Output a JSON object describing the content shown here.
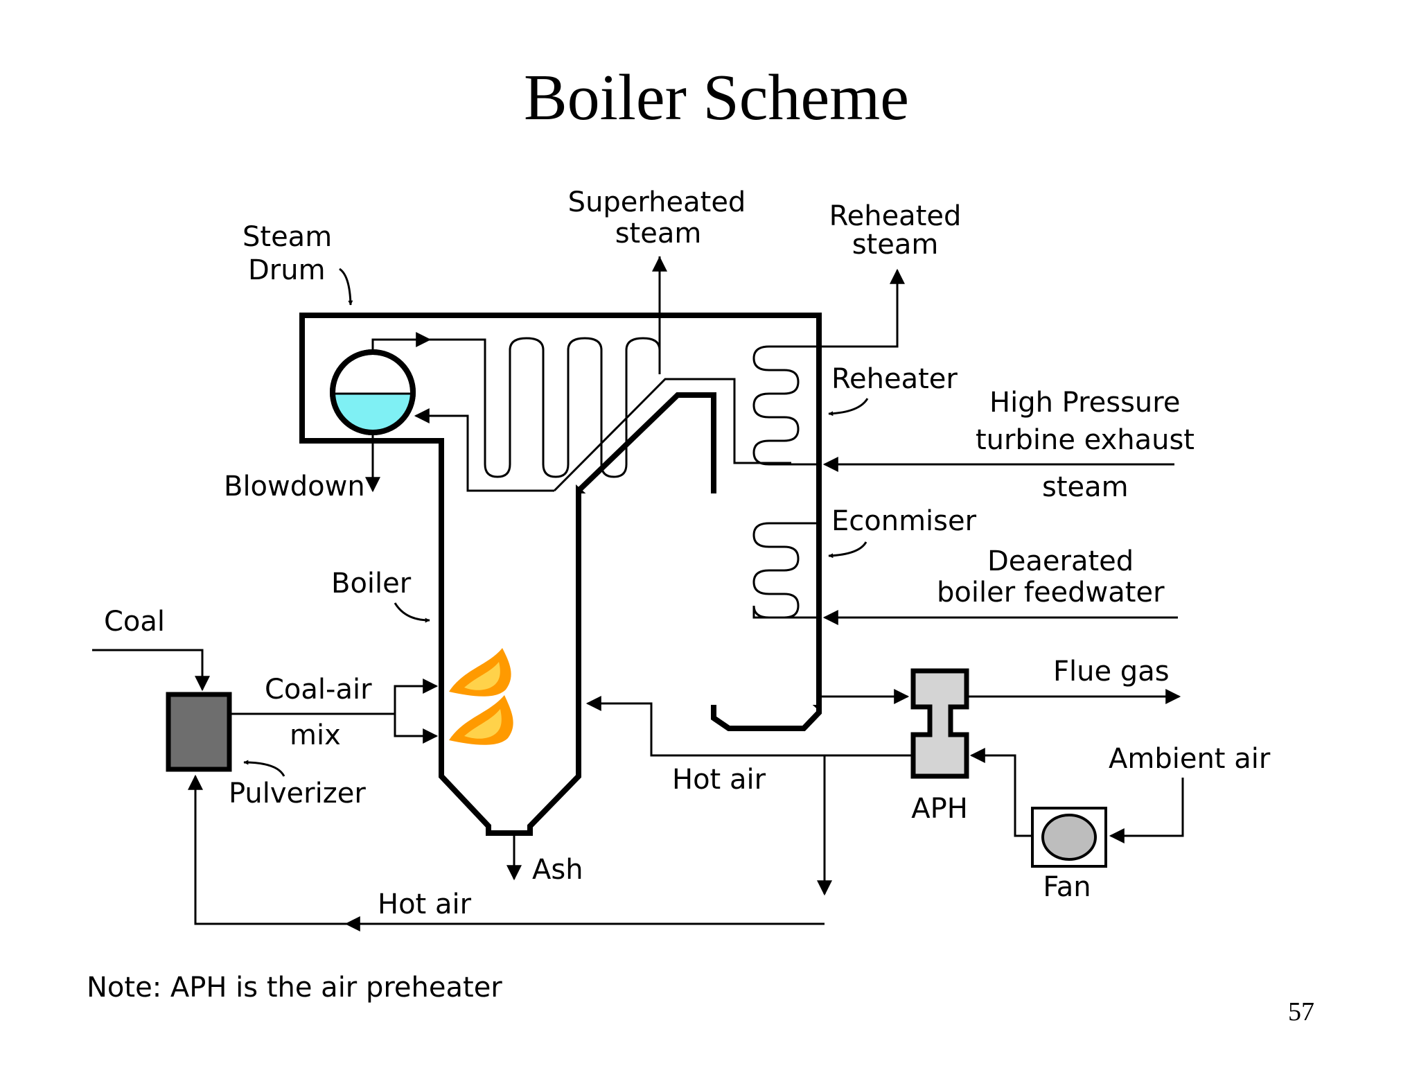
{
  "slide": {
    "title": "Boiler Scheme",
    "page_number": "57",
    "note": "Note:  APH is the air preheater"
  },
  "labels": {
    "superheated_1": "Superheated",
    "superheated_2": "steam",
    "reheated_1": "Reheated",
    "reheated_2": "steam",
    "steam_drum_1": "Steam",
    "steam_drum_2": "Drum",
    "reheater": "Reheater",
    "hp_exhaust_1": "High Pressure",
    "hp_exhaust_2": "turbine exhaust",
    "hp_exhaust_3": "steam",
    "blowdown": "Blowdown",
    "economiser": "Econmiser",
    "feedwater_1": "Deaerated",
    "feedwater_2": "boiler feedwater",
    "boiler": "Boiler",
    "coal": "Coal",
    "coal_air_1": "Coal-air",
    "coal_air_2": "mix",
    "pulverizer": "Pulverizer",
    "flue_gas": "Flue gas",
    "ambient_air": "Ambient air",
    "hot_air_center": "Hot air",
    "aph": "APH",
    "fan": "Fan",
    "ash": "Ash",
    "hot_air_bottom": "Hot air"
  },
  "colors": {
    "line": "#000000",
    "water": "#7ff0f4",
    "pulverizer_fill": "#6e6e6e",
    "aph_fill": "#d4d4d4",
    "fan_fill": "#bdbdbd",
    "flame_outer": "#ff9a00",
    "flame_inner": "#ffd24a"
  },
  "icons": [
    "steam-drum-icon",
    "flame-icon",
    "pulverizer-icon",
    "aph-icon",
    "fan-icon"
  ]
}
